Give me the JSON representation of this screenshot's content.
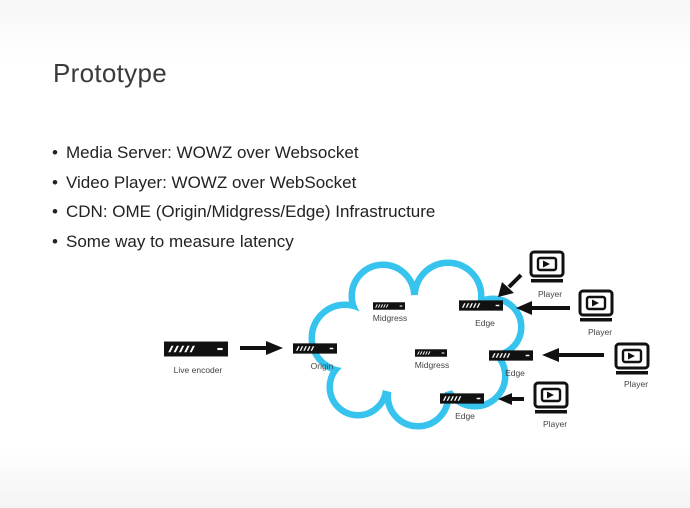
{
  "slide": {
    "title": "Prototype",
    "bullets": [
      "Media Server: WOWZ over Websocket",
      "Video Player: WOWZ over WebSocket",
      "CDN: OME (Origin/Midgress/Edge) Infrastructure",
      "Some way to measure latency"
    ]
  },
  "diagram": {
    "cloud_color": "#36c4ee",
    "labels": {
      "live_encoder": "Live encoder",
      "origin": "Origin",
      "midgress_top": "Midgress",
      "midgress_center": "Midgress",
      "edge_top": "Edge",
      "edge_middle": "Edge",
      "edge_bottom": "Edge",
      "player_1": "Player",
      "player_2": "Player",
      "player_3": "Player",
      "player_4": "Player"
    }
  }
}
